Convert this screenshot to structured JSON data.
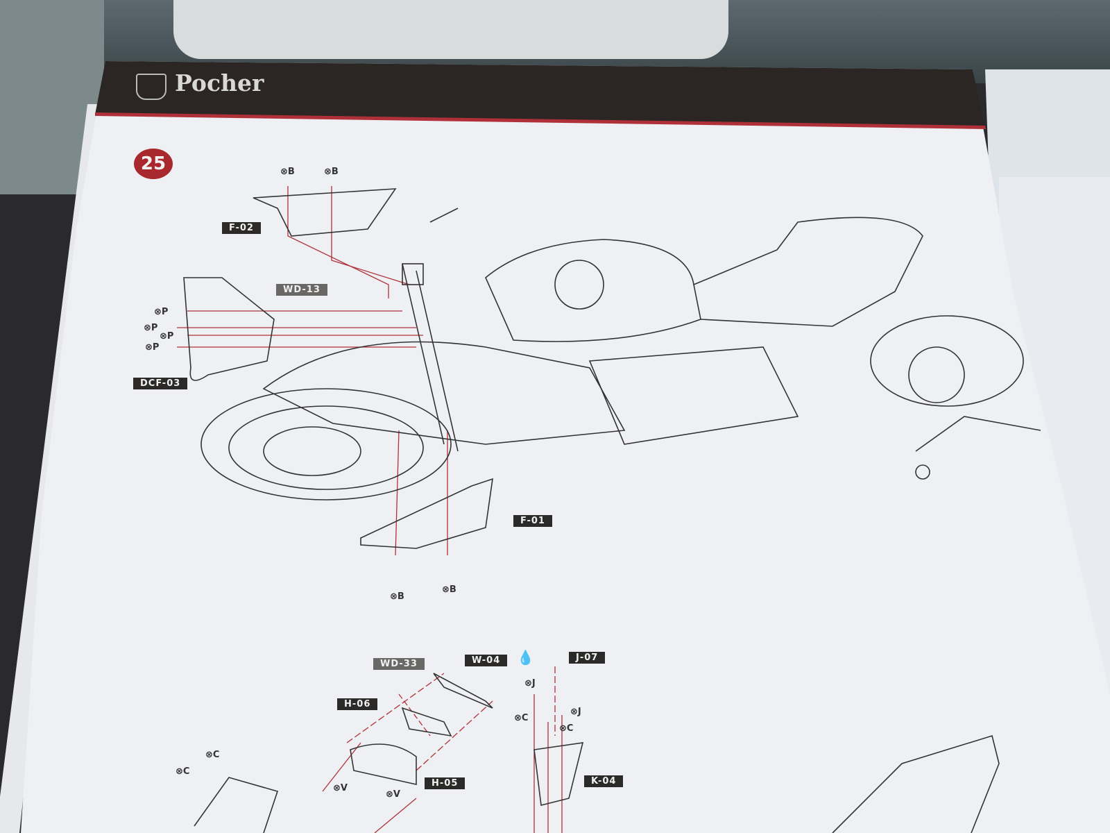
{
  "brand": {
    "name": "Pocher"
  },
  "step": {
    "number": "25"
  },
  "parts": {
    "f02": "F-02",
    "wd13": "WD-13",
    "dcf03": "DCF-03",
    "f01": "F-01",
    "wd33": "WD-33",
    "w04": "W-04",
    "j07": "J-07",
    "h06": "H-06",
    "h05": "H-05",
    "k04": "K-04"
  },
  "screws": {
    "b": "⊗B",
    "p": "⊗P",
    "c": "⊗C",
    "j": "⊗J",
    "v": "⊗V"
  },
  "colors": {
    "header": "#2b2624",
    "accent": "#a8282e",
    "paper": "#eef0f3",
    "leader": "#b0303a"
  }
}
